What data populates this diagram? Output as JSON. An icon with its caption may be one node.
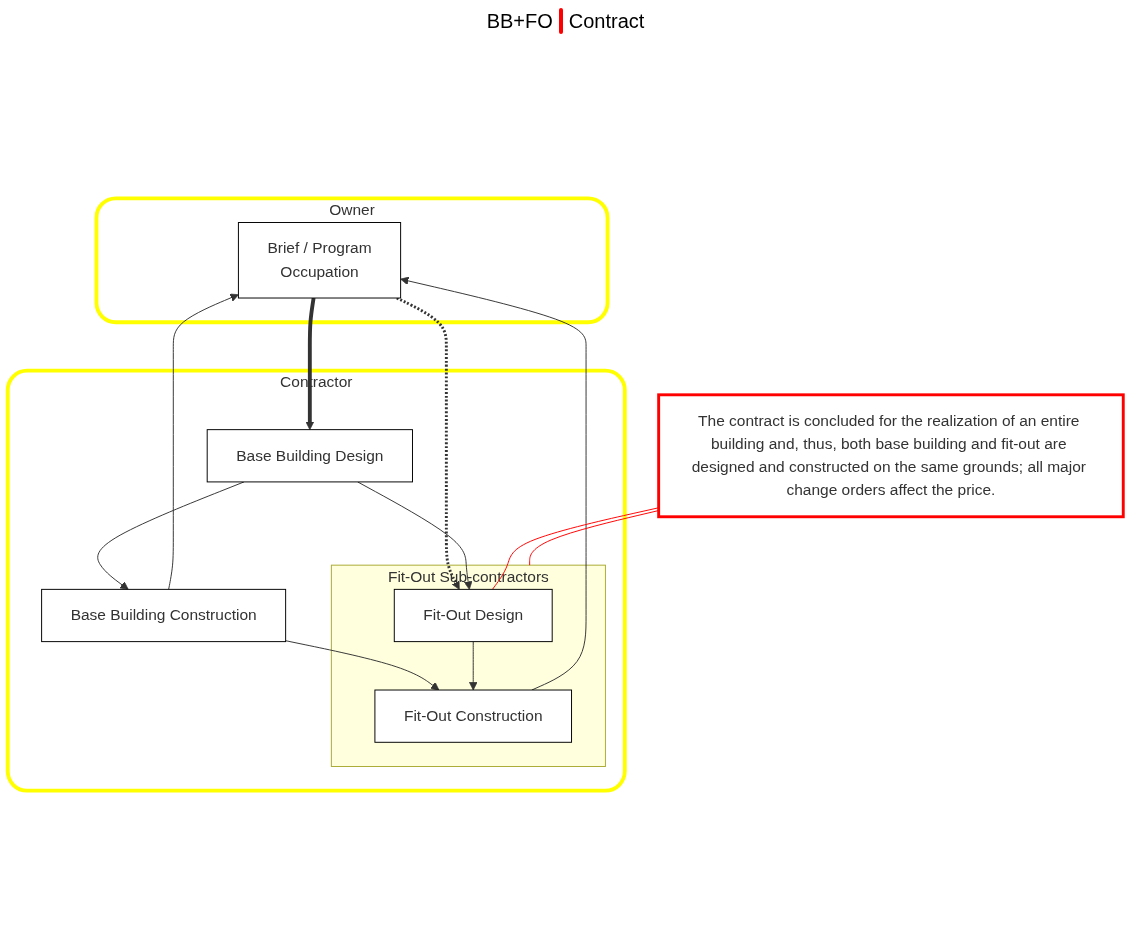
{
  "diagram": {
    "nodes": [
      {
        "text": [
          "Owner"
        ]
      },
      {
        "text": [
          "Brief / Program",
          "Occupation"
        ],
        "in": 0
      },
      {
        "text": [
          "Contractor"
        ]
      },
      {
        "text": [
          "Base Building Design"
        ],
        "in": 2
      },
      {
        "text": [
          "Base Building Construction"
        ],
        "in": 2
      },
      {
        "text": [
          "Fit-Out Sub-contractors"
        ],
        "in": 2
      },
      {
        "text": [
          "Fit-Out Design"
        ],
        "in": 5
      },
      {
        "text": [
          "Fit-Out Construction"
        ],
        "in": 5
      },
      {
        "text": [
          "The contract is concluded for the realization of an entire building and, thus, both base building and fit-out are designed and constructed on the same grounds; all major change orders affect the price."
        ]
      }
    ],
    "edges": [
      {
        "from": 1,
        "to": 3,
        "arrow": "to",
        "style": "thick"
      },
      {
        "from": 1,
        "to": 6,
        "arrow": "to",
        "style": "dashed"
      },
      {
        "from": 3,
        "to": 4,
        "arrow": "to"
      },
      {
        "from": 3,
        "to": 6,
        "arrow": "to"
      },
      {
        "from": 4,
        "to": 1,
        "arrow": "to"
      },
      {
        "from": 4,
        "to": 7,
        "arrow": "to"
      },
      {
        "from": 6,
        "to": 7,
        "arrow": "to"
      },
      {
        "from": 7,
        "to": 1,
        "arrow": "to"
      },
      {
        "from": 8,
        "to": 5,
        "arrow": "none",
        "color": "#ff0000"
      },
      {
        "from": 8,
        "to": 6,
        "arrow": "none",
        "color": "#ff0000"
      }
    ],
    "labels": [
      "BB+FO",
      "Contract"
    ]
  }
}
